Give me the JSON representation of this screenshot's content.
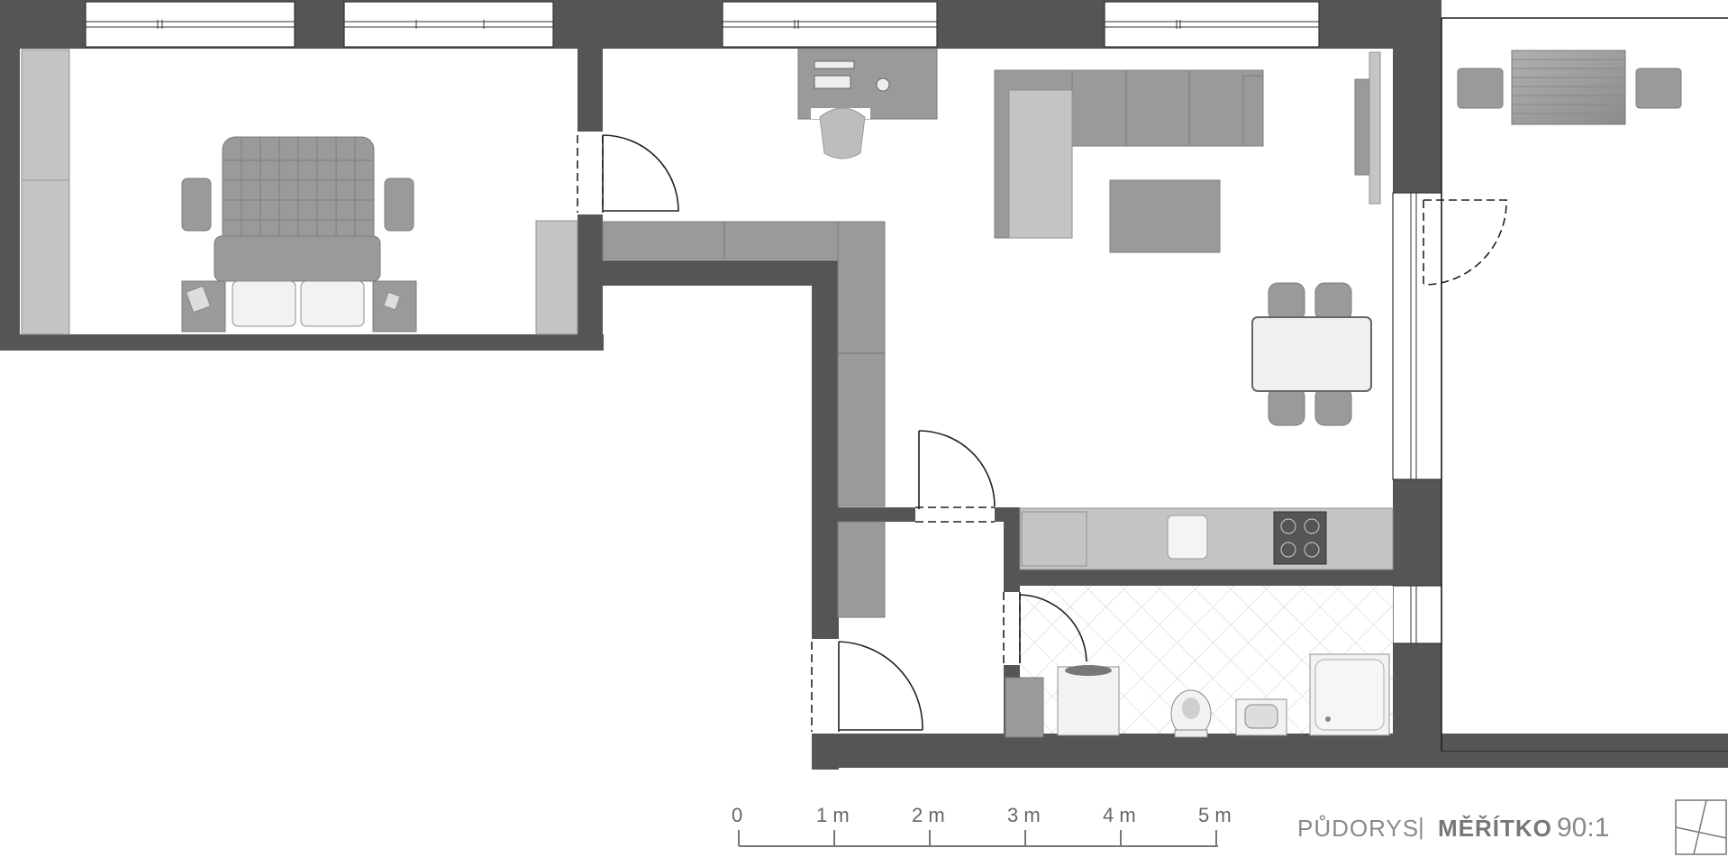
{
  "legend": {
    "title": "PŮDORYS",
    "separator": "|",
    "scale_label": "MĚŘÍTKO",
    "scale_value": "90:1"
  },
  "scale_bar": {
    "ticks": [
      "0",
      "1 m",
      "2 m",
      "3 m",
      "4 m",
      "5 m"
    ]
  },
  "colors": {
    "wall": "#555555",
    "furniture": "#9a9a9a",
    "background": "#ffffff"
  },
  "icons": {
    "north_arrow": "compass-icon"
  }
}
